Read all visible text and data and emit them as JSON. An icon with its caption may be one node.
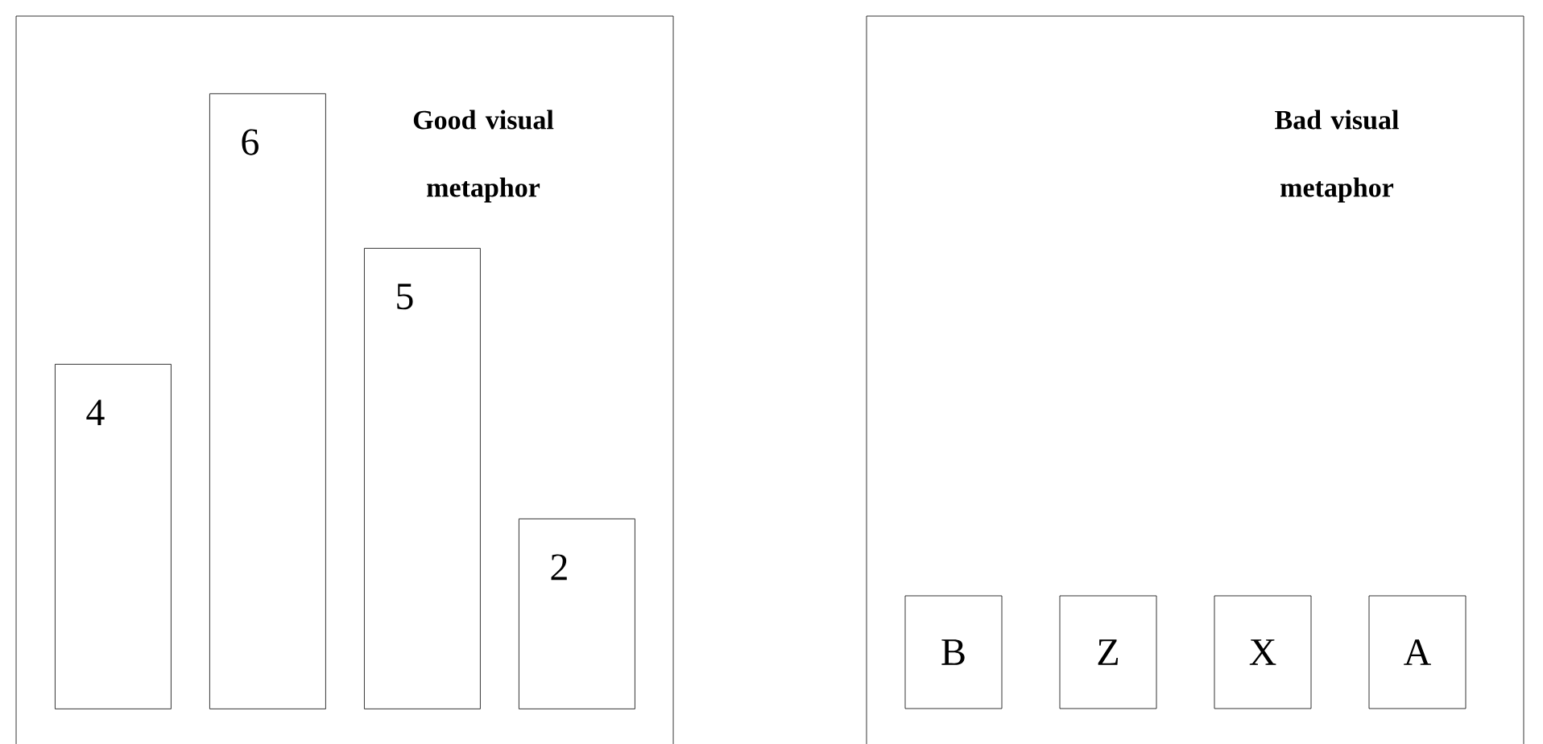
{
  "diagram": {
    "nodes": [
      {
        "text": [
          "Good visual metaphor"
        ]
      },
      {
        "text": [
          "4"
        ],
        "in": 0
      },
      {
        "text": [
          "6"
        ],
        "in": 0
      },
      {
        "text": [
          "5"
        ],
        "in": 0
      },
      {
        "text": [
          "2"
        ],
        "in": 0
      },
      {
        "text": [
          "Bad visual metaphor"
        ]
      },
      {
        "text": [
          "B"
        ],
        "in": 5
      },
      {
        "text": [
          "Z"
        ],
        "in": 5
      },
      {
        "text": [
          "X"
        ],
        "in": 5
      },
      {
        "text": [
          "A"
        ],
        "in": 5
      }
    ]
  }
}
